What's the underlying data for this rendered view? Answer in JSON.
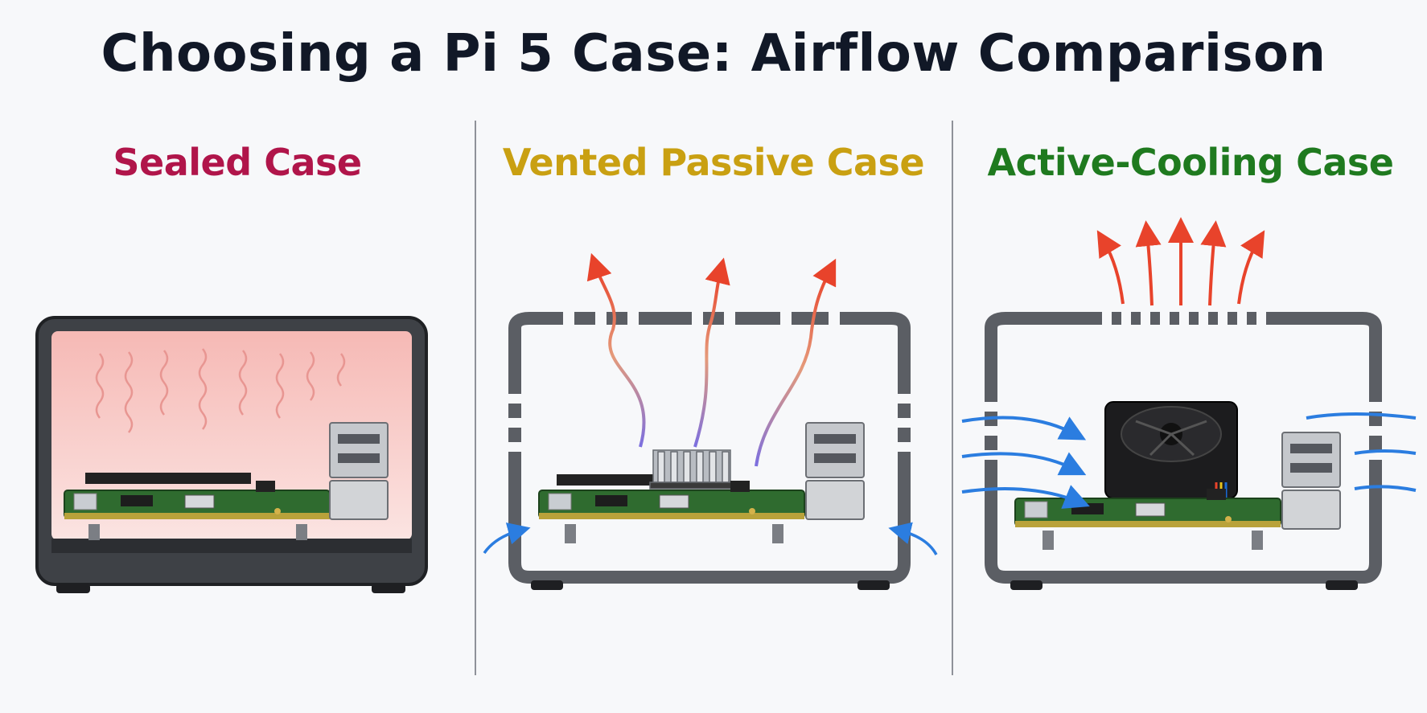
{
  "title": "Choosing a Pi 5 Case: Airflow Comparison",
  "panels": [
    {
      "label": "Sealed Case",
      "color": "#b0154a"
    },
    {
      "label": "Vented Passive Case",
      "color": "#c9a012"
    },
    {
      "label": "Active-Cooling Case",
      "color": "#1f7a1f"
    }
  ],
  "colors": {
    "case_frame": "#55585e",
    "board_green": "#2f6b2f",
    "heat_glow": "#f5c6c3",
    "hot_air": "#e8432b",
    "cool_air": "#2b7de0"
  }
}
